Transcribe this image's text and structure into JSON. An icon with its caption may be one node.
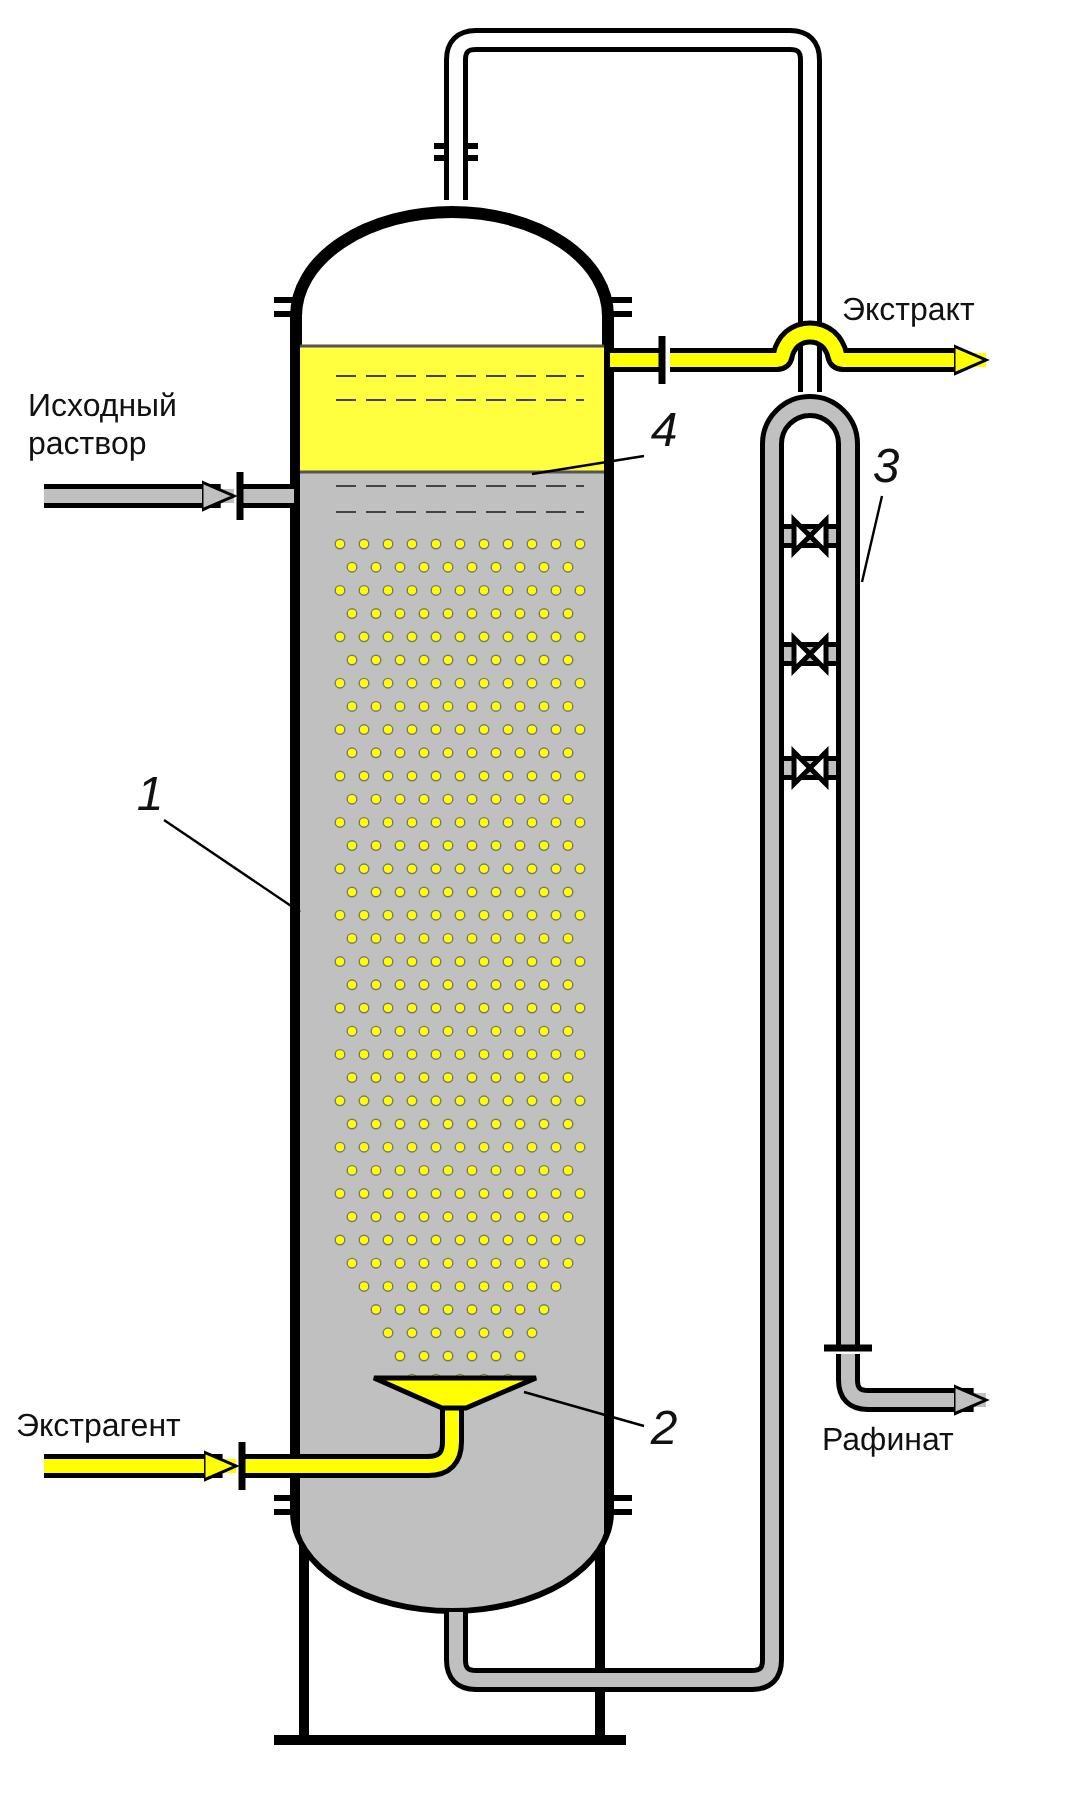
{
  "diagram": {
    "nodes": [
      {
        "text": [
          "Исходный раствор"
        ]
      },
      {
        "text": [
          "Экстрагент"
        ]
      },
      {
        "text": [
          "Экстракт"
        ]
      },
      {
        "text": [
          "Рафинат"
        ]
      },
      {
        "text": [],
        "shape": "cylinder"
      },
      {
        "text": [
          "1"
        ]
      },
      {
        "text": [
          "2"
        ]
      },
      {
        "text": [],
        "shape": "funnel"
      },
      {
        "text": [
          "3"
        ]
      },
      {
        "text": [],
        "shape": "pipe"
      },
      {
        "text": [
          "4"
        ]
      }
    ],
    "edges": [
      {
        "from": 4,
        "to": 9,
        "arrow": "none",
        "color": "#ffffff"
      },
      {
        "from": 4,
        "to": 9,
        "arrow": "none",
        "color": "#c0c0c0"
      },
      {
        "from": 0,
        "to": 4,
        "arrow": "to",
        "color": "#c0c0c0"
      },
      {
        "from": 1,
        "to": 7,
        "arrow": "to",
        "color": "#ffff00"
      },
      {
        "from": 4,
        "to": 2,
        "arrow": "to",
        "color": "#ffff00"
      },
      {
        "from": 9,
        "to": 3,
        "arrow": "to",
        "color": "#c0c0c0"
      },
      {
        "from": 5,
        "to": 4,
        "arrow": "none"
      },
      {
        "from": 6,
        "to": 7,
        "arrow": "none"
      },
      {
        "from": 8,
        "to": 9,
        "arrow": "none"
      },
      {
        "from": 10,
        "to": 4,
        "arrow": "none"
      }
    ]
  }
}
